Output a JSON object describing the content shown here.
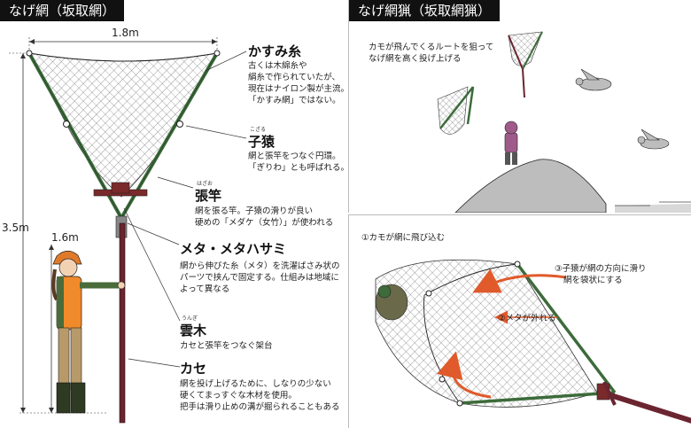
{
  "left": {
    "title": "なげ網（坂取網）",
    "dims": {
      "width": "1.8m",
      "height": "3.5m",
      "person": "1.6m"
    },
    "labels": [
      {
        "key": "kasumi",
        "heading": "かすみ糸",
        "ruby": "",
        "lines": [
          "古くは木綿糸や",
          "絹糸で作られていたが、",
          "現在はナイロン製が主流。",
          "「かすみ網」ではない。"
        ]
      },
      {
        "key": "kozaru",
        "heading": "子猿",
        "ruby": "こざる",
        "lines": [
          "網と張竿をつなぐ円環。",
          "「ぎりわ」とも呼ばれる。"
        ]
      },
      {
        "key": "hariao",
        "heading": "張竿",
        "ruby": "はざお",
        "lines": [
          "網を張る竿。子猿の滑りが良い",
          "硬めの「メダケ（女竹）」が使われる"
        ]
      },
      {
        "key": "meta",
        "heading": "メタ・メタハサミ",
        "ruby": "",
        "lines": [
          "網から伸びた糸（メタ）を洗濯ばさみ状の",
          "パーツで挟んで固定する。仕組みは地域に",
          "よって異なる"
        ]
      },
      {
        "key": "ungi",
        "heading": "雲木",
        "ruby": "うんぎ",
        "lines": [
          "カセと張竿をつなぐ架台"
        ]
      },
      {
        "key": "kase",
        "heading": "カセ",
        "ruby": "",
        "lines": [
          "網を投げ上げるために、しなりの少ない",
          "硬くてまっすぐな木材を使用。",
          "把手は滑り止めの溝が掘られることもある"
        ]
      }
    ]
  },
  "right_top": {
    "title": "なげ網猟（坂取網猟）",
    "caption": [
      "カモが飛んでくるルートを狙って",
      "なげ網を高く投げ上げる"
    ]
  },
  "right_bottom": {
    "steps": [
      "①カモが網に飛び込む",
      "②メタが外れる",
      "③子猿が網の方向に滑り",
      "網を袋状にする"
    ]
  },
  "colors": {
    "pole_green": "#3c6b3a",
    "kase_brown": "#6a2530",
    "arrow": "#e05a2b",
    "mountain": "#bdbdbd",
    "title_bg": "#111111"
  }
}
